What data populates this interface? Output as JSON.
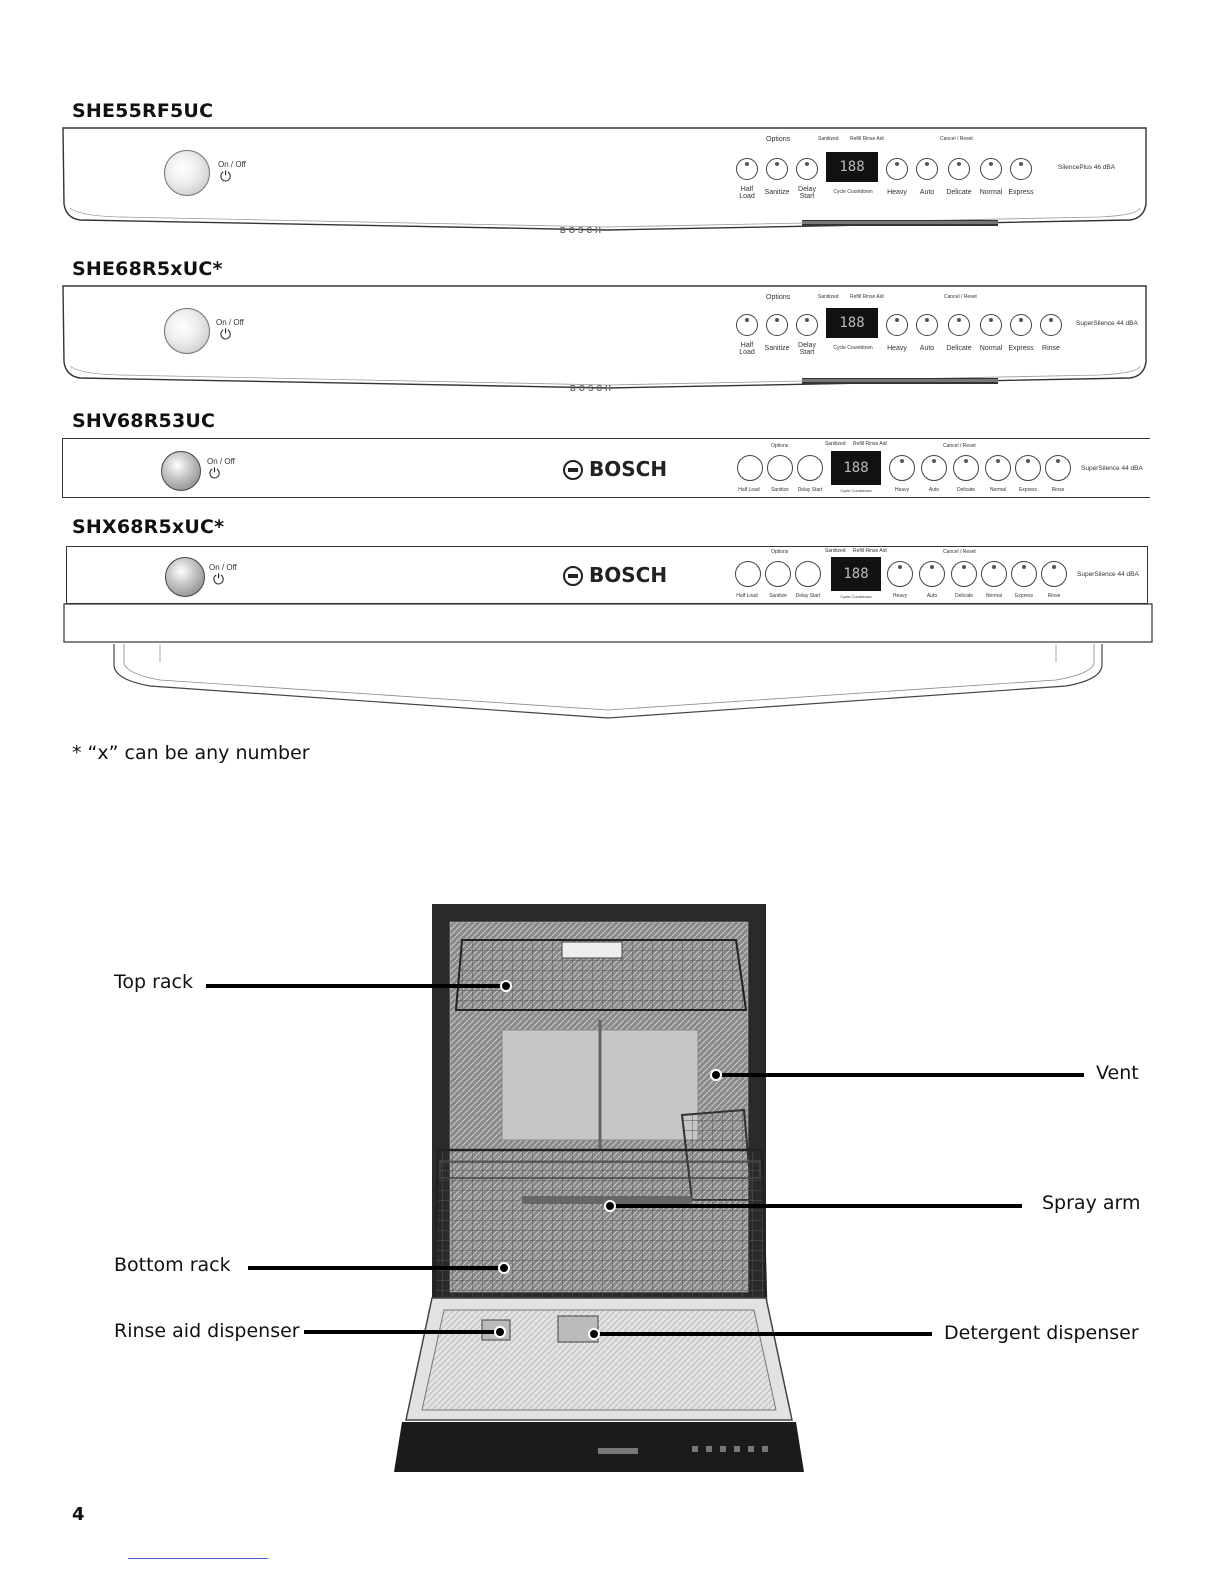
{
  "models": [
    {
      "name": "SHE55RF5UC",
      "badge": "SilencePlus 46 dBA",
      "buttons_after": [
        "Heavy",
        "Auto",
        "Delicate",
        "Normal",
        "Express"
      ]
    },
    {
      "name": "SHE68R5xUC*",
      "badge": "SuperSilence 44 dBA",
      "buttons_after": [
        "Heavy",
        "Auto",
        "Delicate",
        "Normal",
        "Express",
        "Rinse"
      ]
    },
    {
      "name": "SHV68R53UC",
      "badge": "SuperSilence 44 dBA",
      "buttons_after": [
        "Heavy",
        "Auto",
        "Delicate",
        "Normal",
        "Express",
        "Rinse"
      ]
    },
    {
      "name": "SHX68R5xUC*",
      "badge": "SuperSilence 44 dBA",
      "buttons_after": [
        "Heavy",
        "Auto",
        "Delicate",
        "Normal",
        "Express",
        "Rinse"
      ]
    }
  ],
  "panel": {
    "on_off": "On / Off",
    "options": "Options",
    "sanitized": "Sanitized",
    "refill_rinse_aid": "Refill Rinse Aid",
    "cancel_reset": "Cancel / Reset",
    "half_load": "Half Load",
    "sanitize": "Sanitize",
    "delay_start": "Delay Start",
    "cycle_countdown": "Cycle Countdown",
    "display": "188",
    "brand": "BOSCH"
  },
  "footnote": "* “x” can be any number",
  "callouts": {
    "top_rack": "Top rack",
    "vent": "Vent",
    "spray_arm": "Spray arm",
    "bottom_rack": "Bottom rack",
    "rinse_aid": "Rinse aid dispenser",
    "detergent": "Detergent dispenser"
  },
  "page_number": "4"
}
